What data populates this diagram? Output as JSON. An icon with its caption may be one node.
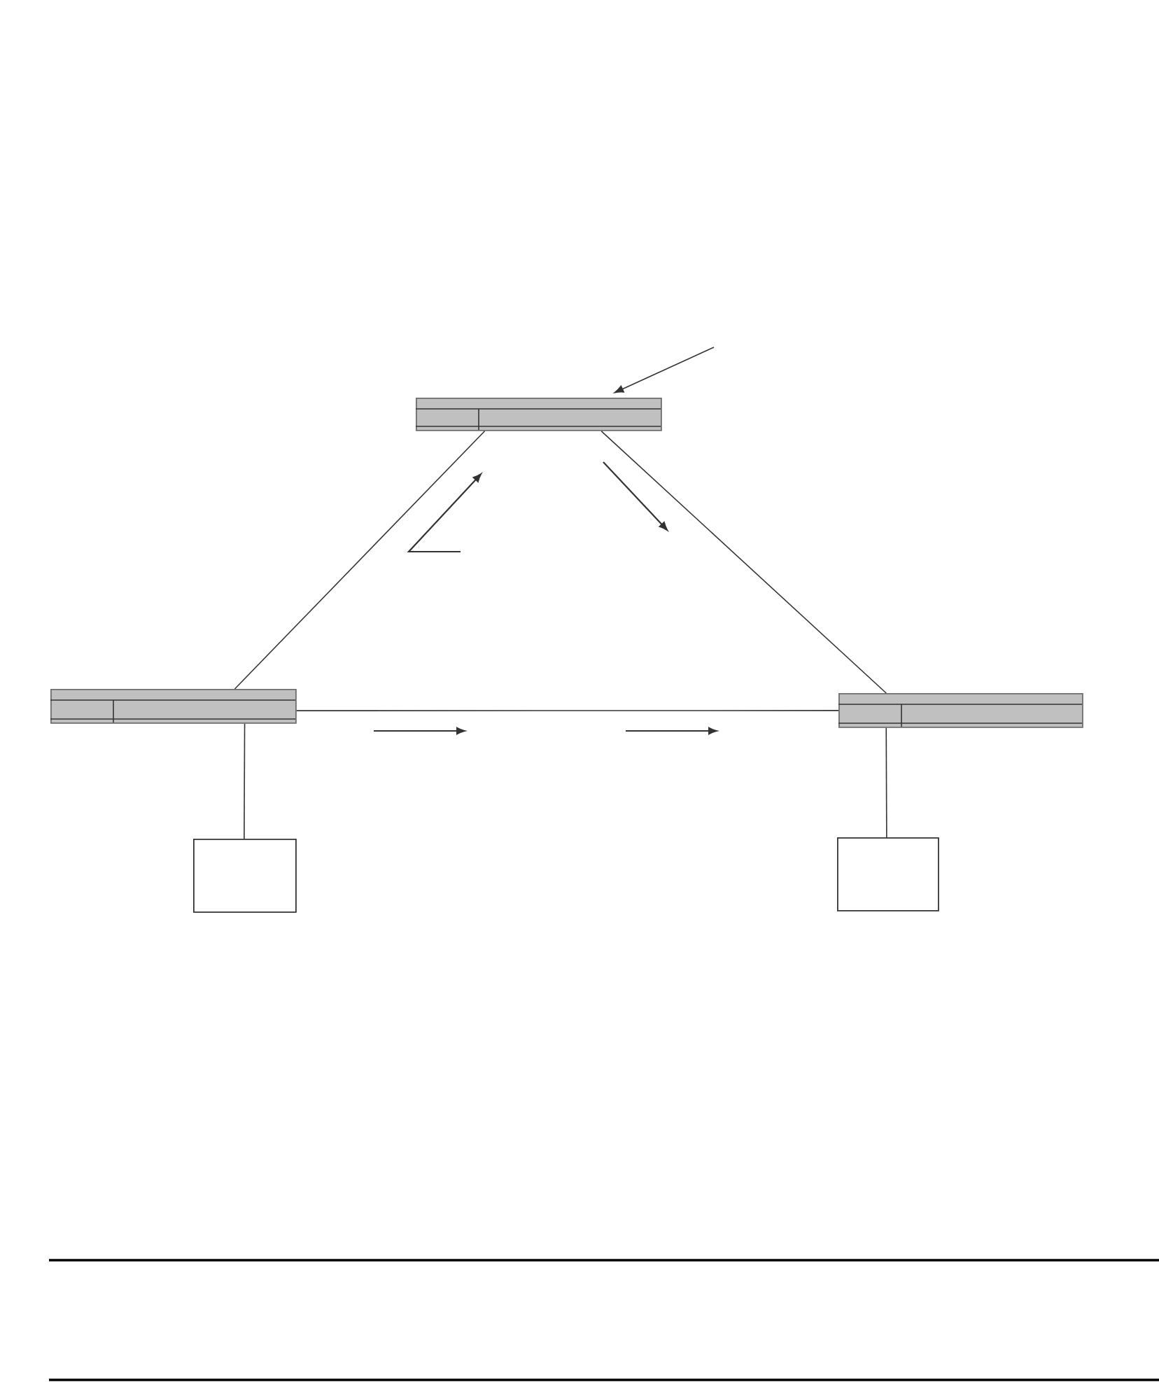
{
  "diagram": {
    "nodes": [
      {
        "text": [],
        "shape": "bar"
      },
      {
        "text": [],
        "shape": "bar"
      },
      {
        "text": [],
        "shape": "bar"
      },
      {
        "text": [],
        "shape": "box"
      },
      {
        "text": [],
        "shape": "box"
      }
    ],
    "edges": [
      {
        "from": 0,
        "to": 1,
        "arrow": "none"
      },
      {
        "from": 0,
        "to": 2,
        "arrow": "none"
      },
      {
        "from": 1,
        "to": 2,
        "arrow": "none"
      },
      {
        "from": 1,
        "to": 3,
        "arrow": "none"
      },
      {
        "from": 2,
        "to": 4,
        "arrow": "none"
      },
      {
        "from": null,
        "to": 0,
        "arrow": "to"
      }
    ]
  }
}
